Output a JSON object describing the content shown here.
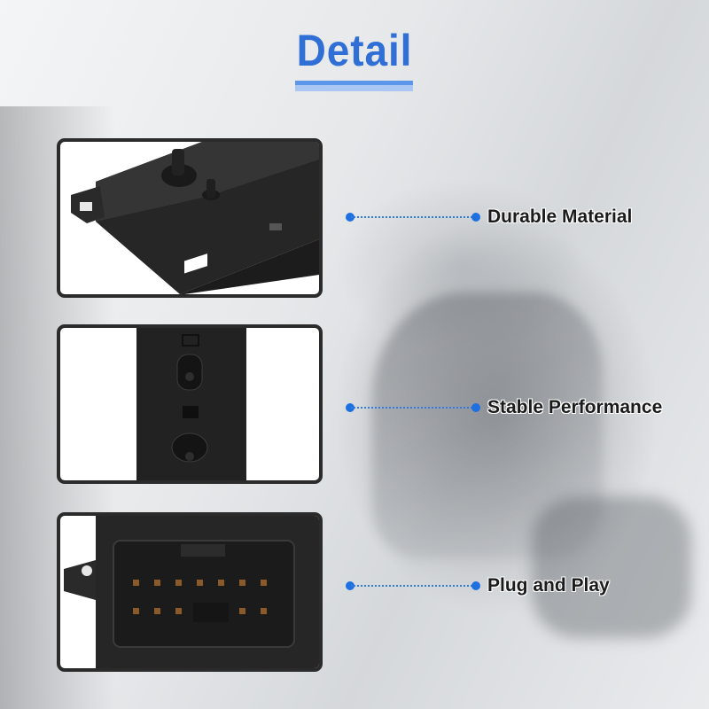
{
  "heading": {
    "title": "Detail"
  },
  "features": [
    {
      "label": "Durable Material"
    },
    {
      "label": "Stable Performance"
    },
    {
      "label": "Plug and Play"
    }
  ],
  "colors": {
    "accent": "#2f6fd6",
    "frame": "#2b2b2b",
    "text": "#1b1b1b"
  }
}
